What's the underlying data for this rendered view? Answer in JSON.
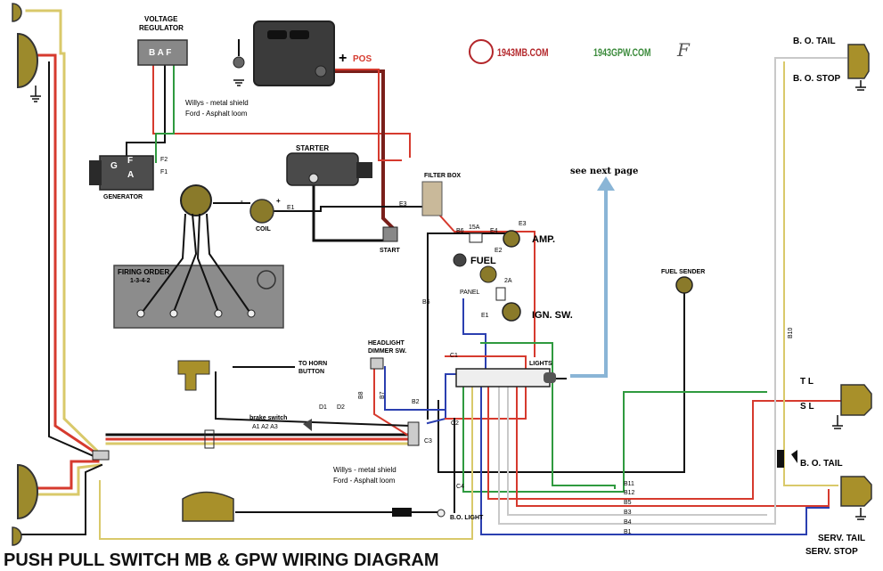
{
  "labels": {
    "voltage_regulator": [
      "VOLTAGE",
      "REGULATOR"
    ],
    "baf": "B A F",
    "pos": "POS",
    "plus": "+",
    "willys_top": "Willys - metal shield",
    "ford_top": "Ford - Asphalt loom",
    "g": "G",
    "f": "F",
    "a": "A",
    "f2": "F2",
    "f1": "F1",
    "generator": "GENERATOR",
    "starter": "STARTER",
    "coil": "COIL",
    "coil_minus": "-",
    "coil_plus": "+",
    "e1": "E1",
    "filter_box": "FILTER BOX",
    "e3a": "E3",
    "start": "START",
    "firing_order": "FIRING ORDER",
    "firing_seq": "1-3-4-2",
    "b6a": "B6",
    "fuse15": "15A",
    "e4": "E4",
    "e3b": "E3",
    "e2": "E2",
    "amp": "AMP.",
    "fuel": "FUEL",
    "panel": "PANEL",
    "fuse2": "2A",
    "e1b": "E1",
    "ign": "IGN. SW.",
    "b6b": "B6",
    "see_next": "see next page",
    "fuel_sender": "FUEL SENDER",
    "bo_tail_top": "B. O. TAIL",
    "bo_stop_top": "B. O. STOP",
    "to_horn": [
      "TO HORN",
      "BUTTON"
    ],
    "headlight_dimmer": [
      "HEADLIGHT",
      "DIMMER SW."
    ],
    "c1": "C1",
    "lights": "LIGHTS",
    "tl": "T L",
    "sl": "S L",
    "b10": "B10",
    "b8": "B8",
    "b7": "B7",
    "b2": "B2",
    "brake_switch": "brake switch",
    "d1": "D1",
    "d2": "D2",
    "a_codes": "A1 A2 A3",
    "c2": "C2",
    "c3": "C3",
    "willys_bot": "Willys - metal shield",
    "ford_bot": "Ford - Asphalt loom",
    "c4": "C4",
    "bo_light": "B.O. LIGHT",
    "b11": "B11",
    "b12": "B12",
    "b5": "B5",
    "b3": "B3",
    "b4": "B4",
    "b1": "B1",
    "bo_tail_bot": "B. O. TAIL",
    "serv_tail": "SERV. TAIL",
    "serv_stop": "SERV. STOP",
    "logo1": "1943MB.COM",
    "logo2": "1943GPW.COM",
    "logo_f": "F",
    "bottom_title": "PUSH PULL SWITCH   MB & GPW WIRING DIAGRAM"
  },
  "colors": {
    "wire_red": "#d63a2e",
    "wire_black": "#111111",
    "wire_green": "#2f9a3f",
    "wire_blue": "#2b3fb0",
    "wire_yellow": "#d9c96a",
    "wire_white": "#c9c9c9",
    "wire_darkred": "#7a1f1a",
    "lamp_olive": "#9c8a2c",
    "panel_gray": "#8c8c8c",
    "arrow_blue": "#8ab5d6",
    "logo_green": "#3a8a3a",
    "logo_red": "#b3262a"
  }
}
